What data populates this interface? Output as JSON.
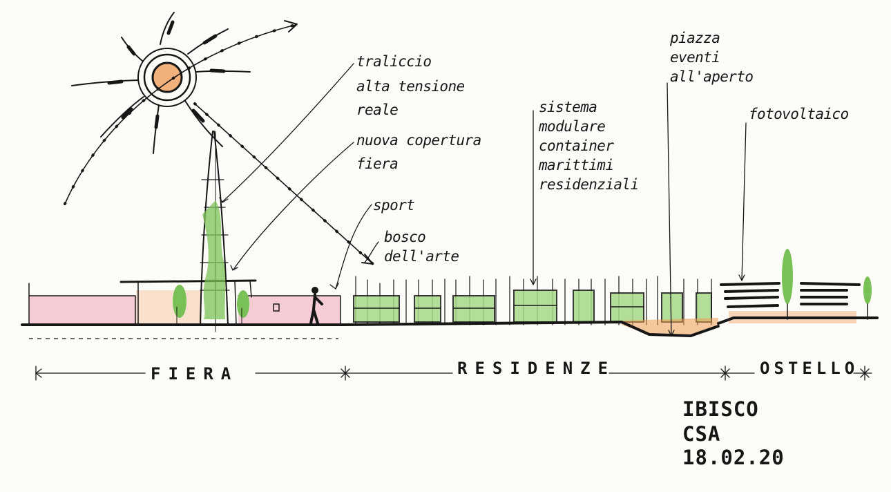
{
  "annotations": {
    "traliccio": [
      "traliccio",
      "alta tensione",
      "reale"
    ],
    "copertura": [
      "nuova copertura",
      "fiera"
    ],
    "sport": [
      "sport"
    ],
    "bosco": [
      "bosco",
      "dell'arte"
    ],
    "sistema": [
      "sistema",
      "modulare",
      "container",
      "marittimi",
      "residenziali"
    ],
    "piazza": [
      "piazza",
      "eventi",
      "all'aperto"
    ],
    "fotovoltaico": [
      "fotovoltaico"
    ]
  },
  "zones": {
    "fiera": "FIERA",
    "residenze": "RESIDENZE",
    "ostello": "OSTELLO"
  },
  "signature": {
    "line1": "IBISCO",
    "line2": "CSA",
    "date": "18.02.20"
  },
  "colors": {
    "ink": "#161616",
    "pink_fill": "#f1c3cf",
    "green": "#79c157",
    "green_dark": "#3f8a2e",
    "orange": "#ee9a52",
    "sun_core": "#f2b07a",
    "paper": "#fdfcf8"
  }
}
